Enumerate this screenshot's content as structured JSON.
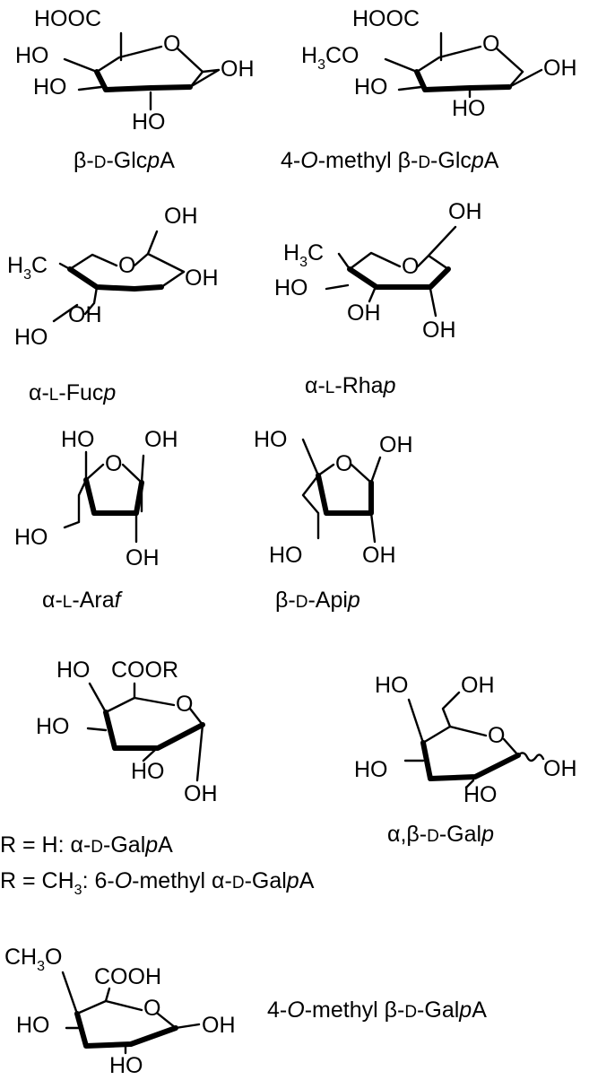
{
  "atoms": {
    "hooc": "HOOC",
    "cooh": "COOH",
    "coor": "COOR",
    "oh": "OH",
    "ho": "HO",
    "o": "O",
    "h3c": "H",
    "ch3o": "CH",
    "sub3": "3",
    "carbon": "C",
    "oxygen": "O",
    "methoxy_tail": "CO"
  },
  "captions": {
    "glcpa": {
      "greek": "β",
      "dash1": "-",
      "config": "D",
      "dash2": "-",
      "base": "Glc",
      "ring": "p",
      "suffix": "A"
    },
    "me_glcpa": {
      "prefix": "4-",
      "o": "O",
      "mid": "-methyl ",
      "greek": "β",
      "dash1": "-",
      "config": "D",
      "dash2": "-",
      "base": "Glc",
      "ring": "p",
      "suffix": "A"
    },
    "fucp": {
      "greek": "α",
      "dash1": "-",
      "config": "L",
      "dash2": "-",
      "base": "Fuc",
      "ring": "p"
    },
    "rhap": {
      "greek": "α",
      "dash1": "-",
      "config": "L",
      "dash2": "-",
      "base": "Rha",
      "ring": "p"
    },
    "araf": {
      "greek": "α",
      "dash1": "-",
      "config": "L",
      "dash2": "-",
      "base": "Ara",
      "ring": "f"
    },
    "apip": {
      "greek": "β",
      "dash1": "-",
      "config": "D",
      "dash2": "-",
      "base": "Api",
      "ring": "p"
    },
    "galp": {
      "greek": "α,β",
      "dash1": "-",
      "config": "D",
      "dash2": "-",
      "base": "Gal",
      "ring": "p"
    },
    "galpa_h": {
      "r": "R = H: ",
      "greek": "α",
      "dash1": "-",
      "config": "D",
      "dash2": "-",
      "base": "Gal",
      "ring": "p",
      "suffix": "A"
    },
    "galpa_me": {
      "r": "R = CH",
      "sub": "3",
      "colon": ": 6-",
      "o": "O",
      "mid": "-methyl ",
      "greek": "α",
      "dash1": "-",
      "config": "D",
      "dash2": "-",
      "base": "Gal",
      "ring": "p",
      "suffix": "A"
    },
    "me_galpa": {
      "prefix": "4-",
      "o": "O",
      "mid": "-methyl ",
      "greek": "β",
      "dash1": "-",
      "config": "D",
      "dash2": "-",
      "base": "Gal",
      "ring": "p",
      "suffix": "A"
    }
  }
}
